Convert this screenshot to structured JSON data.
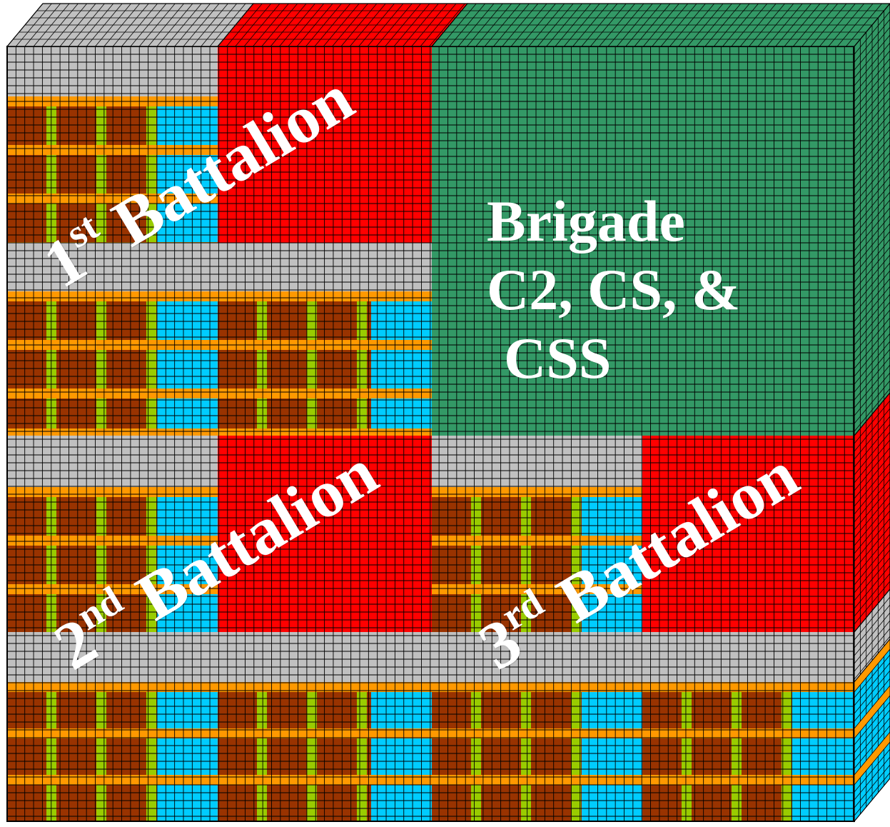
{
  "brigade": {
    "line1": "Brigade",
    "line2": "C2, CS, &",
    "line3": "CSS"
  },
  "battalions": [
    {
      "num": "1",
      "suffix": "st",
      "word": "Battalion"
    },
    {
      "num": "2",
      "suffix": "nd",
      "word": "Battalion"
    },
    {
      "num": "3",
      "suffix": "rd",
      "word": "Battalion"
    }
  ],
  "colors": {
    "gray": "#c0c0c0",
    "orange": "#ff9900",
    "brown": "#993300",
    "lime": "#99cc00",
    "cyan": "#00ccff",
    "red": "#ff0000",
    "green": "#339966",
    "grid": "#000000",
    "text": "#ffffff"
  }
}
